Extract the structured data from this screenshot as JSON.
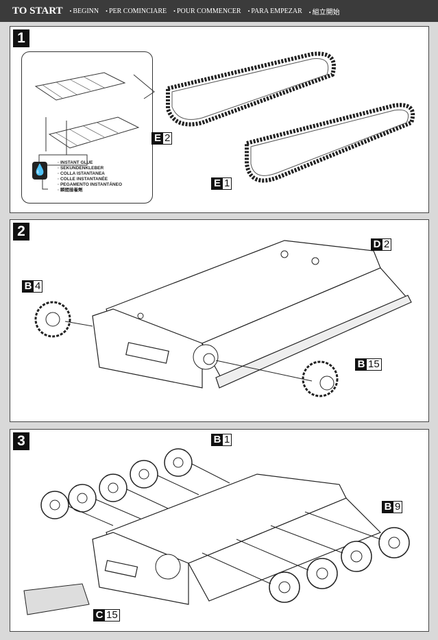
{
  "header": {
    "title": "TO START",
    "translations": [
      "BEGINN",
      "PER COMINCIARE",
      "POUR COMMENCER",
      "PARA EMPEZAR",
      "組立開始"
    ]
  },
  "steps": [
    {
      "number": "1",
      "parts": [
        {
          "letter": "E",
          "num": "2"
        },
        {
          "letter": "E",
          "num": "1"
        }
      ],
      "glue": {
        "icon": "glue-drop-icon",
        "labels": [
          "· INSTANT GLUE",
          "· SEKUNDENKLEBER",
          "· COLLA ISTANTANEA",
          "· COLLE INSTANTANÉE",
          "· PEGAMENTO INSTANTÁNEO",
          "· 瞬間接着劑"
        ]
      }
    },
    {
      "number": "2",
      "parts": [
        {
          "letter": "B",
          "num": "4"
        },
        {
          "letter": "D",
          "num": "2"
        },
        {
          "letter": "B",
          "num": "15"
        }
      ]
    },
    {
      "number": "3",
      "parts": [
        {
          "letter": "B",
          "num": "1"
        },
        {
          "letter": "B",
          "num": "9"
        },
        {
          "letter": "C",
          "num": "15"
        }
      ]
    }
  ]
}
